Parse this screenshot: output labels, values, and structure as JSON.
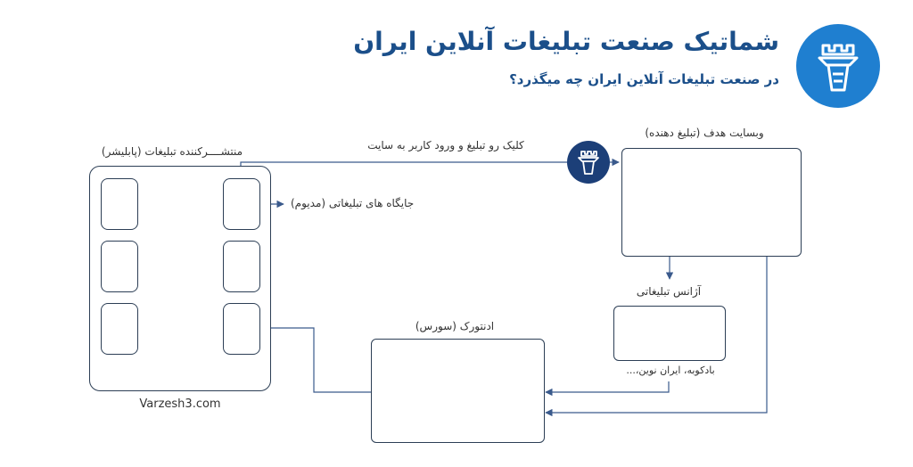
{
  "header": {
    "title": "شماتیک صنعت تبلیغات آنلاین ایران",
    "subtitle": "در صنعت تبلیغات آنلاین ایران چه میگذرد؟"
  },
  "diagram": {
    "publisher_label": "منتشــــرکننده تبلیغات (پابلیشر)",
    "publisher_site": "Varzesh3.com",
    "ad_slots_label": "جایگاه های تبلیغاتی (مدیوم)",
    "click_label": "کلیک رو تبلیغ و ورود کاربر به سایت",
    "target_site_label": "وبسایت هدف (تبلیغ دهنده)",
    "agency_label": "آژانس تبلیغاتی",
    "agency_examples": "بادکوبه، ایران نوین،...",
    "adnetwork_label": "ادنتورک (سورس)"
  },
  "colors": {
    "title": "#1b4f8a",
    "arrow": "#3a5a8c",
    "logo_big": "#1f7fd0",
    "logo_small": "#1c3f78"
  },
  "icons": {
    "logo_big": "castle-tower-icon",
    "logo_small": "castle-tower-icon"
  }
}
